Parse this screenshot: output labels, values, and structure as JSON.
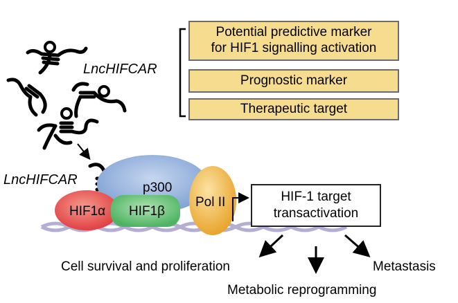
{
  "lnc_label_top": "LncHIFCAR",
  "lnc_label_left": "LncHIFCAR",
  "markers": [
    {
      "line1": "Potential predictive marker",
      "line2": "for HIF1 signalling activation"
    },
    {
      "line1": "Prognostic marker"
    },
    {
      "line1": "Therapeutic target"
    }
  ],
  "proteins": {
    "p300": "p300",
    "hif1a": "HIF1α",
    "hif1b": "HIF1β",
    "pol2": "Pol II"
  },
  "target_box": {
    "line1": "HIF-1 target",
    "line2": "transactivation"
  },
  "outcomes": {
    "survival": "Cell survival and proliferation",
    "metabolic": "Metabolic reprogramming",
    "metastasis": "Metastasis"
  },
  "colors": {
    "marker_fill": "#f6dc8e",
    "p300": "#8fb0dd",
    "hif1a": "#e8504f",
    "hif1b": "#6cc07a",
    "pol2": "#f0b440",
    "dna": "#b8b2d6"
  }
}
